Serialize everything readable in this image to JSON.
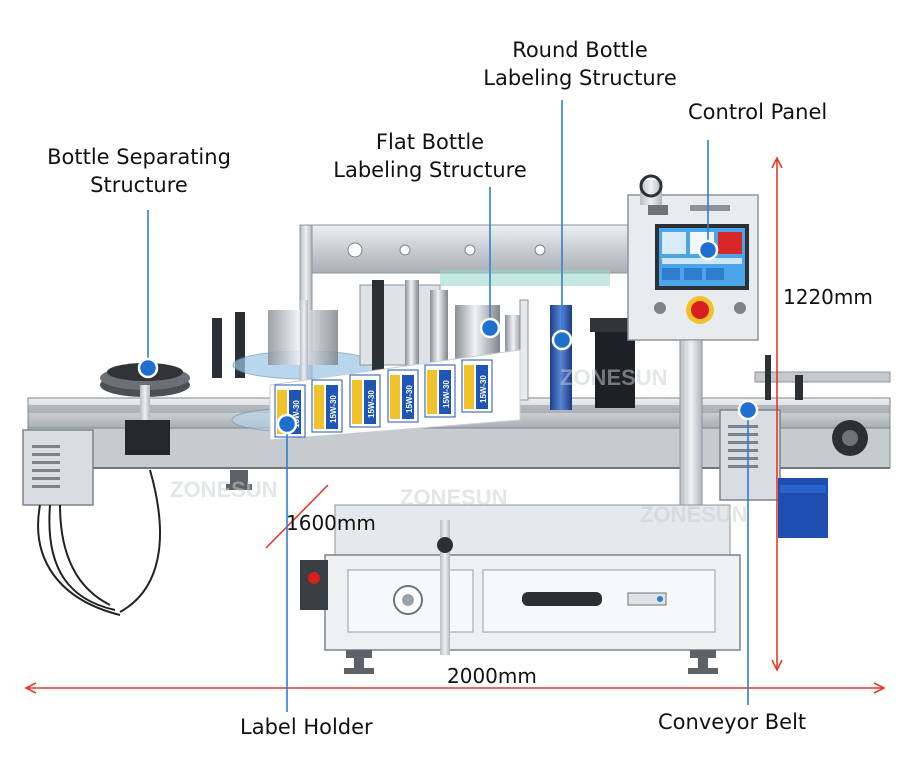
{
  "labels": {
    "round_bottle": [
      "Round Bottle",
      "Labeling Structure"
    ],
    "control_panel": "Control Panel",
    "flat_bottle": [
      "Flat Bottle",
      "Labeling Structure"
    ],
    "bottle_separating": [
      "Bottle Separating",
      "Structure"
    ],
    "label_holder": "Label Holder",
    "conveyor_belt": "Conveyor Belt"
  },
  "dimensions": {
    "height": "1220mm",
    "width": "1600mm",
    "length": "2000mm"
  },
  "watermark": "ZONESUN",
  "label_print": "15W-30",
  "colors": {
    "callout_line": "#2e7fd6",
    "callout_dot": "#1f6fd1",
    "dimension_line": "#e23a2a",
    "steel_light": "#d6dade",
    "steel_mid": "#b3b9bf",
    "steel_dark": "#6c737a",
    "motor_blue": "#1e4fb0",
    "label_yellow": "#f2c22a",
    "label_blue": "#1f55b5",
    "screen": "#4aa6e8",
    "emergency_red": "#d81e1e"
  }
}
